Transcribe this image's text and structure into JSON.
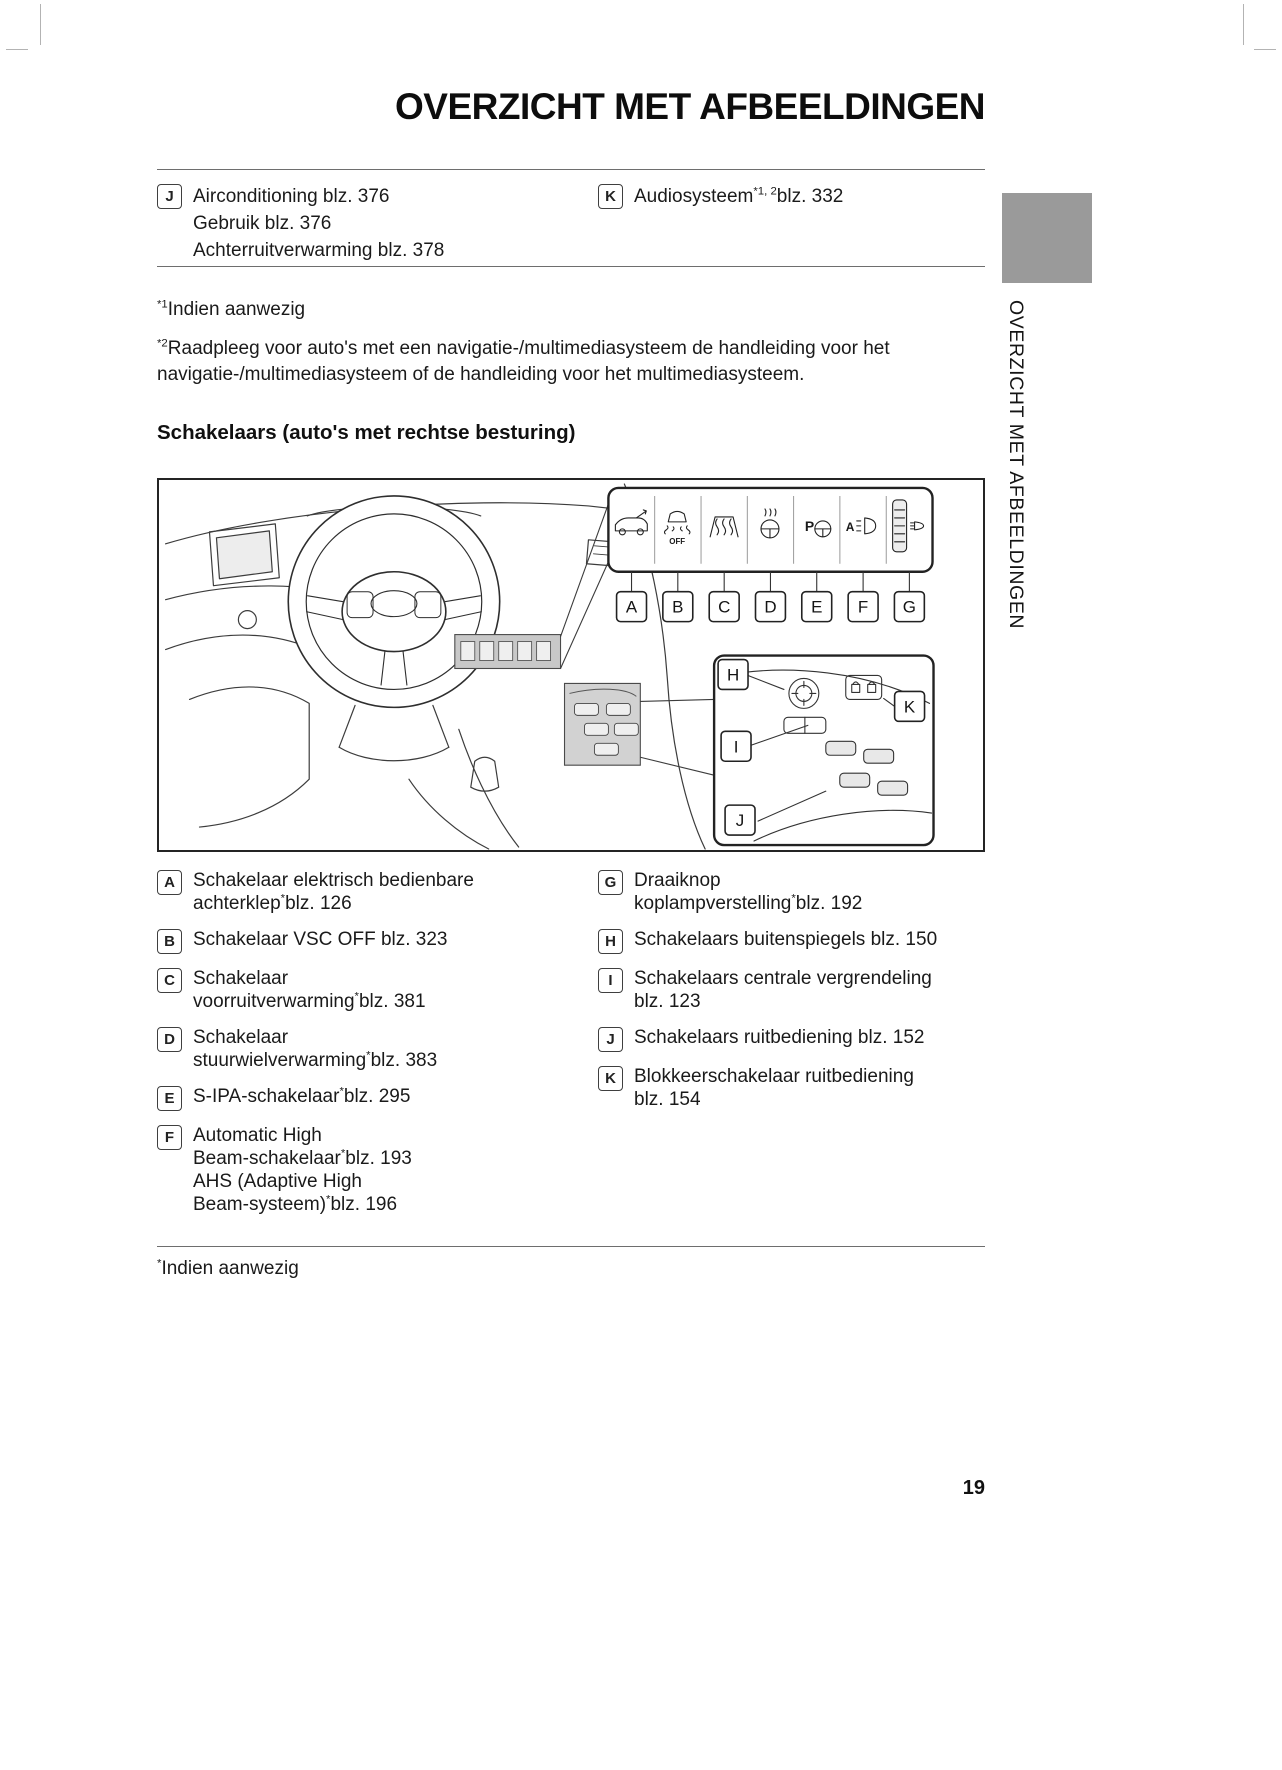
{
  "page": {
    "title": "OVERZICHT MET AFBEELDINGEN",
    "sidebar_vertical_text": "OVERZICHT MET AFBEELDINGEN",
    "page_number": "19"
  },
  "colors": {
    "chapter_tab_gray": "#9a9a9a"
  },
  "top_refs": {
    "left": [
      {
        "label": "J",
        "lines": [
          [
            {
              "t": "Airconditioning blz. 376"
            }
          ],
          [
            {
              "t": "Gebruik blz. 376"
            }
          ],
          [
            {
              "t": "Achterruitverwarming blz. 378"
            }
          ]
        ]
      }
    ],
    "right": [
      {
        "label": "K",
        "lines": [
          [
            {
              "t": "Audiosysteem"
            },
            {
              "t": "*1, 2",
              "sup": true
            },
            {
              "t": "blz. 332"
            }
          ]
        ]
      }
    ]
  },
  "footnotes": [
    {
      "marker": "*1",
      "text": "Indien aanwezig"
    },
    {
      "marker": "*2",
      "text": "Raadpleeg voor auto's met een navigatie-/multimediasysteem de handleiding voor het navigatie-/multimediasysteem of de handleiding voor het multimediasysteem."
    }
  ],
  "section_heading": "Schakelaars (auto's met rechtse besturing)",
  "diagram": {
    "panel1_labels": [
      "A",
      "B",
      "C",
      "D",
      "E",
      "F",
      "G"
    ],
    "panel2_labels": [
      "H",
      "I",
      "J",
      "K"
    ],
    "icon_texts": {
      "vsc_off": "OFF",
      "parking": "P",
      "ahb": "A"
    },
    "icons": [
      "power-tailgate",
      "vsc-off",
      "windshield-defrost",
      "steering-wheel-heater",
      "s-ipa-parking-assist",
      "auto-high-beam",
      "headlight-leveling-dial",
      "mirror-adjust-knob",
      "door-lock-switch",
      "window-switches",
      "window-lock-switch"
    ]
  },
  "legend": {
    "left": [
      {
        "label": "A",
        "lines": [
          [
            {
              "t": "Schakelaar elektrisch bedienbare"
            }
          ],
          [
            {
              "t": "achterklep"
            },
            {
              "t": "*",
              "sup": true
            },
            {
              "t": "blz. 126"
            }
          ]
        ]
      },
      {
        "label": "B",
        "lines": [
          [
            {
              "t": "Schakelaar VSC OFF blz. 323"
            }
          ]
        ]
      },
      {
        "label": "C",
        "lines": [
          [
            {
              "t": "Schakelaar"
            }
          ],
          [
            {
              "t": "voorruitverwarming"
            },
            {
              "t": "*",
              "sup": true
            },
            {
              "t": "blz. 381"
            }
          ]
        ]
      },
      {
        "label": "D",
        "lines": [
          [
            {
              "t": "Schakelaar"
            }
          ],
          [
            {
              "t": "stuurwielverwarming"
            },
            {
              "t": "*",
              "sup": true
            },
            {
              "t": "blz. 383"
            }
          ]
        ]
      },
      {
        "label": "E",
        "lines": [
          [
            {
              "t": "S-IPA-schakelaar"
            },
            {
              "t": "*",
              "sup": true
            },
            {
              "t": "blz. 295"
            }
          ]
        ]
      },
      {
        "label": "F",
        "lines": [
          [
            {
              "t": "Automatic High"
            }
          ],
          [
            {
              "t": "Beam-schakelaar"
            },
            {
              "t": "*",
              "sup": true
            },
            {
              "t": "blz. 193"
            }
          ],
          [
            {
              "t": "AHS (Adaptive High"
            }
          ],
          [
            {
              "t": "Beam-systeem)"
            },
            {
              "t": "*",
              "sup": true
            },
            {
              "t": "blz. 196"
            }
          ]
        ]
      }
    ],
    "right": [
      {
        "label": "G",
        "lines": [
          [
            {
              "t": "Draaiknop"
            }
          ],
          [
            {
              "t": "koplampverstelling"
            },
            {
              "t": "*",
              "sup": true
            },
            {
              "t": "blz. 192"
            }
          ]
        ]
      },
      {
        "label": "H",
        "lines": [
          [
            {
              "t": "Schakelaars buitenspiegels blz. 150"
            }
          ]
        ]
      },
      {
        "label": "I",
        "lines": [
          [
            {
              "t": "Schakelaars centrale vergrendeling"
            }
          ],
          [
            {
              "t": "blz. 123"
            }
          ]
        ]
      },
      {
        "label": "J",
        "lines": [
          [
            {
              "t": "Schakelaars ruitbediening blz. 152"
            }
          ]
        ]
      },
      {
        "label": "K",
        "lines": [
          [
            {
              "t": "Blokkeerschakelaar ruitbediening"
            }
          ],
          [
            {
              "t": "blz. 154"
            }
          ]
        ]
      }
    ]
  },
  "final_footnote": [
    {
      "t": "*",
      "sup": true
    },
    {
      "t": "Indien aanwezig"
    }
  ]
}
